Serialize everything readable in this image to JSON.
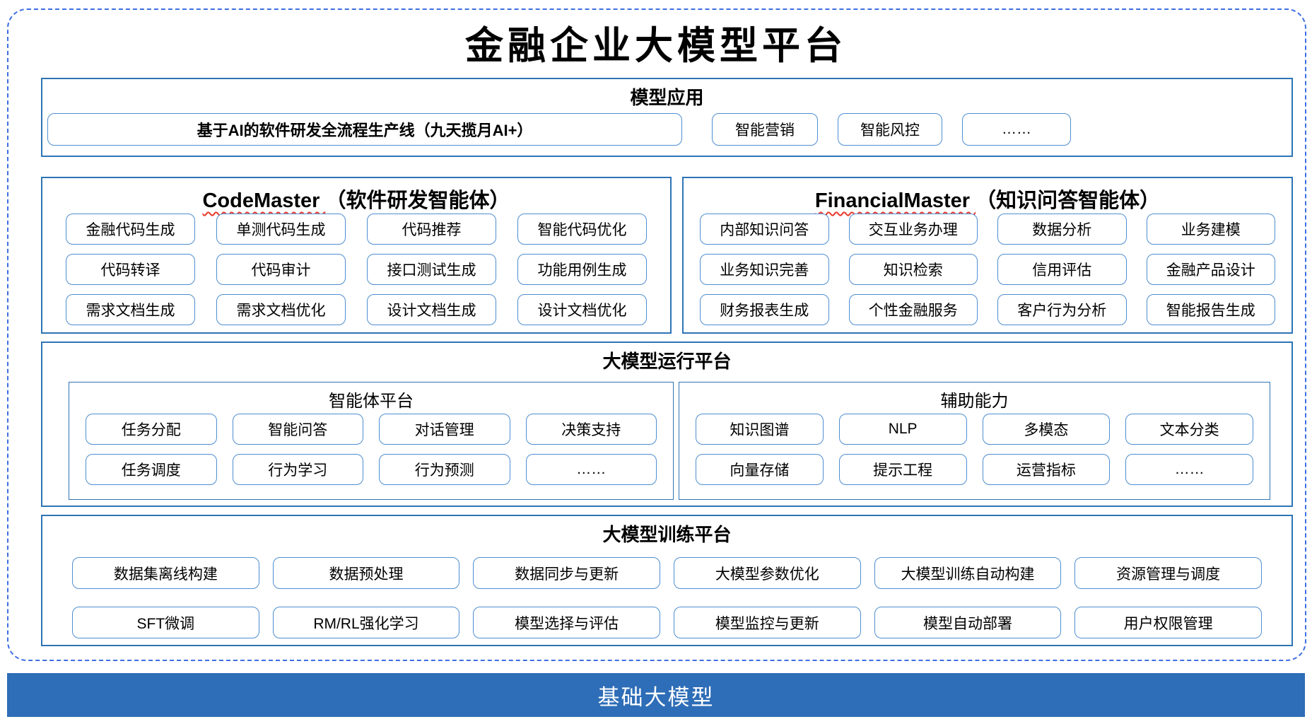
{
  "page_title": "金融企业大模型平台",
  "colors": {
    "outer_dashed_border": "#3E6EE3",
    "section_border": "#2E74B5",
    "pill_border": "#4E8ED0",
    "foundation_bar_bg": "#2E6DB7",
    "foundation_bar_text": "#FFFFFF",
    "spellcheck_squiggle": "#E8392B",
    "text": "#000000"
  },
  "model_applications": {
    "title": "模型应用",
    "main_pill": "基于AI的软件研发全流程生产线（九天揽月AI+）",
    "pills": [
      "智能营销",
      "智能风控",
      "……"
    ]
  },
  "code_master": {
    "title_en": "CodeMaster ",
    "title_cn": "（软件研发智能体）",
    "pills": [
      "金融代码生成",
      "单测代码生成",
      "代码推荐",
      "智能代码优化",
      "代码转译",
      "代码审计",
      "接口测试生成",
      "功能用例生成",
      "需求文档生成",
      "需求文档优化",
      "设计文档生成",
      "设计文档优化"
    ]
  },
  "financial_master": {
    "title_en": "FinancialMaster ",
    "title_cn": "（知识问答智能体）",
    "pills": [
      "内部知识问答",
      "交互业务办理",
      "数据分析",
      "业务建模",
      "业务知识完善",
      "知识检索",
      "信用评估",
      "金融产品设计",
      "财务报表生成",
      "个性金融服务",
      "客户行为分析",
      "智能报告生成"
    ]
  },
  "runtime_platform": {
    "title": "大模型运行平台",
    "agent_platform": {
      "title": "智能体平台",
      "pills": [
        "任务分配",
        "智能问答",
        "对话管理",
        "决策支持",
        "任务调度",
        "行为学习",
        "行为预测",
        "……"
      ]
    },
    "auxiliary": {
      "title": "辅助能力",
      "pills": [
        "知识图谱",
        "NLP",
        "多模态",
        "文本分类",
        "向量存储",
        "提示工程",
        "运营指标",
        "……"
      ]
    }
  },
  "training_platform": {
    "title": "大模型训练平台",
    "pills": [
      "数据集离线构建",
      "数据预处理",
      "数据同步与更新",
      "大模型参数优化",
      "大模型训练自动构建",
      "资源管理与调度",
      "SFT微调",
      "RM/RL强化学习",
      "模型选择与评估",
      "模型监控与更新",
      "模型自动部署",
      "用户权限管理"
    ]
  },
  "foundation": {
    "title": "基础大模型"
  }
}
